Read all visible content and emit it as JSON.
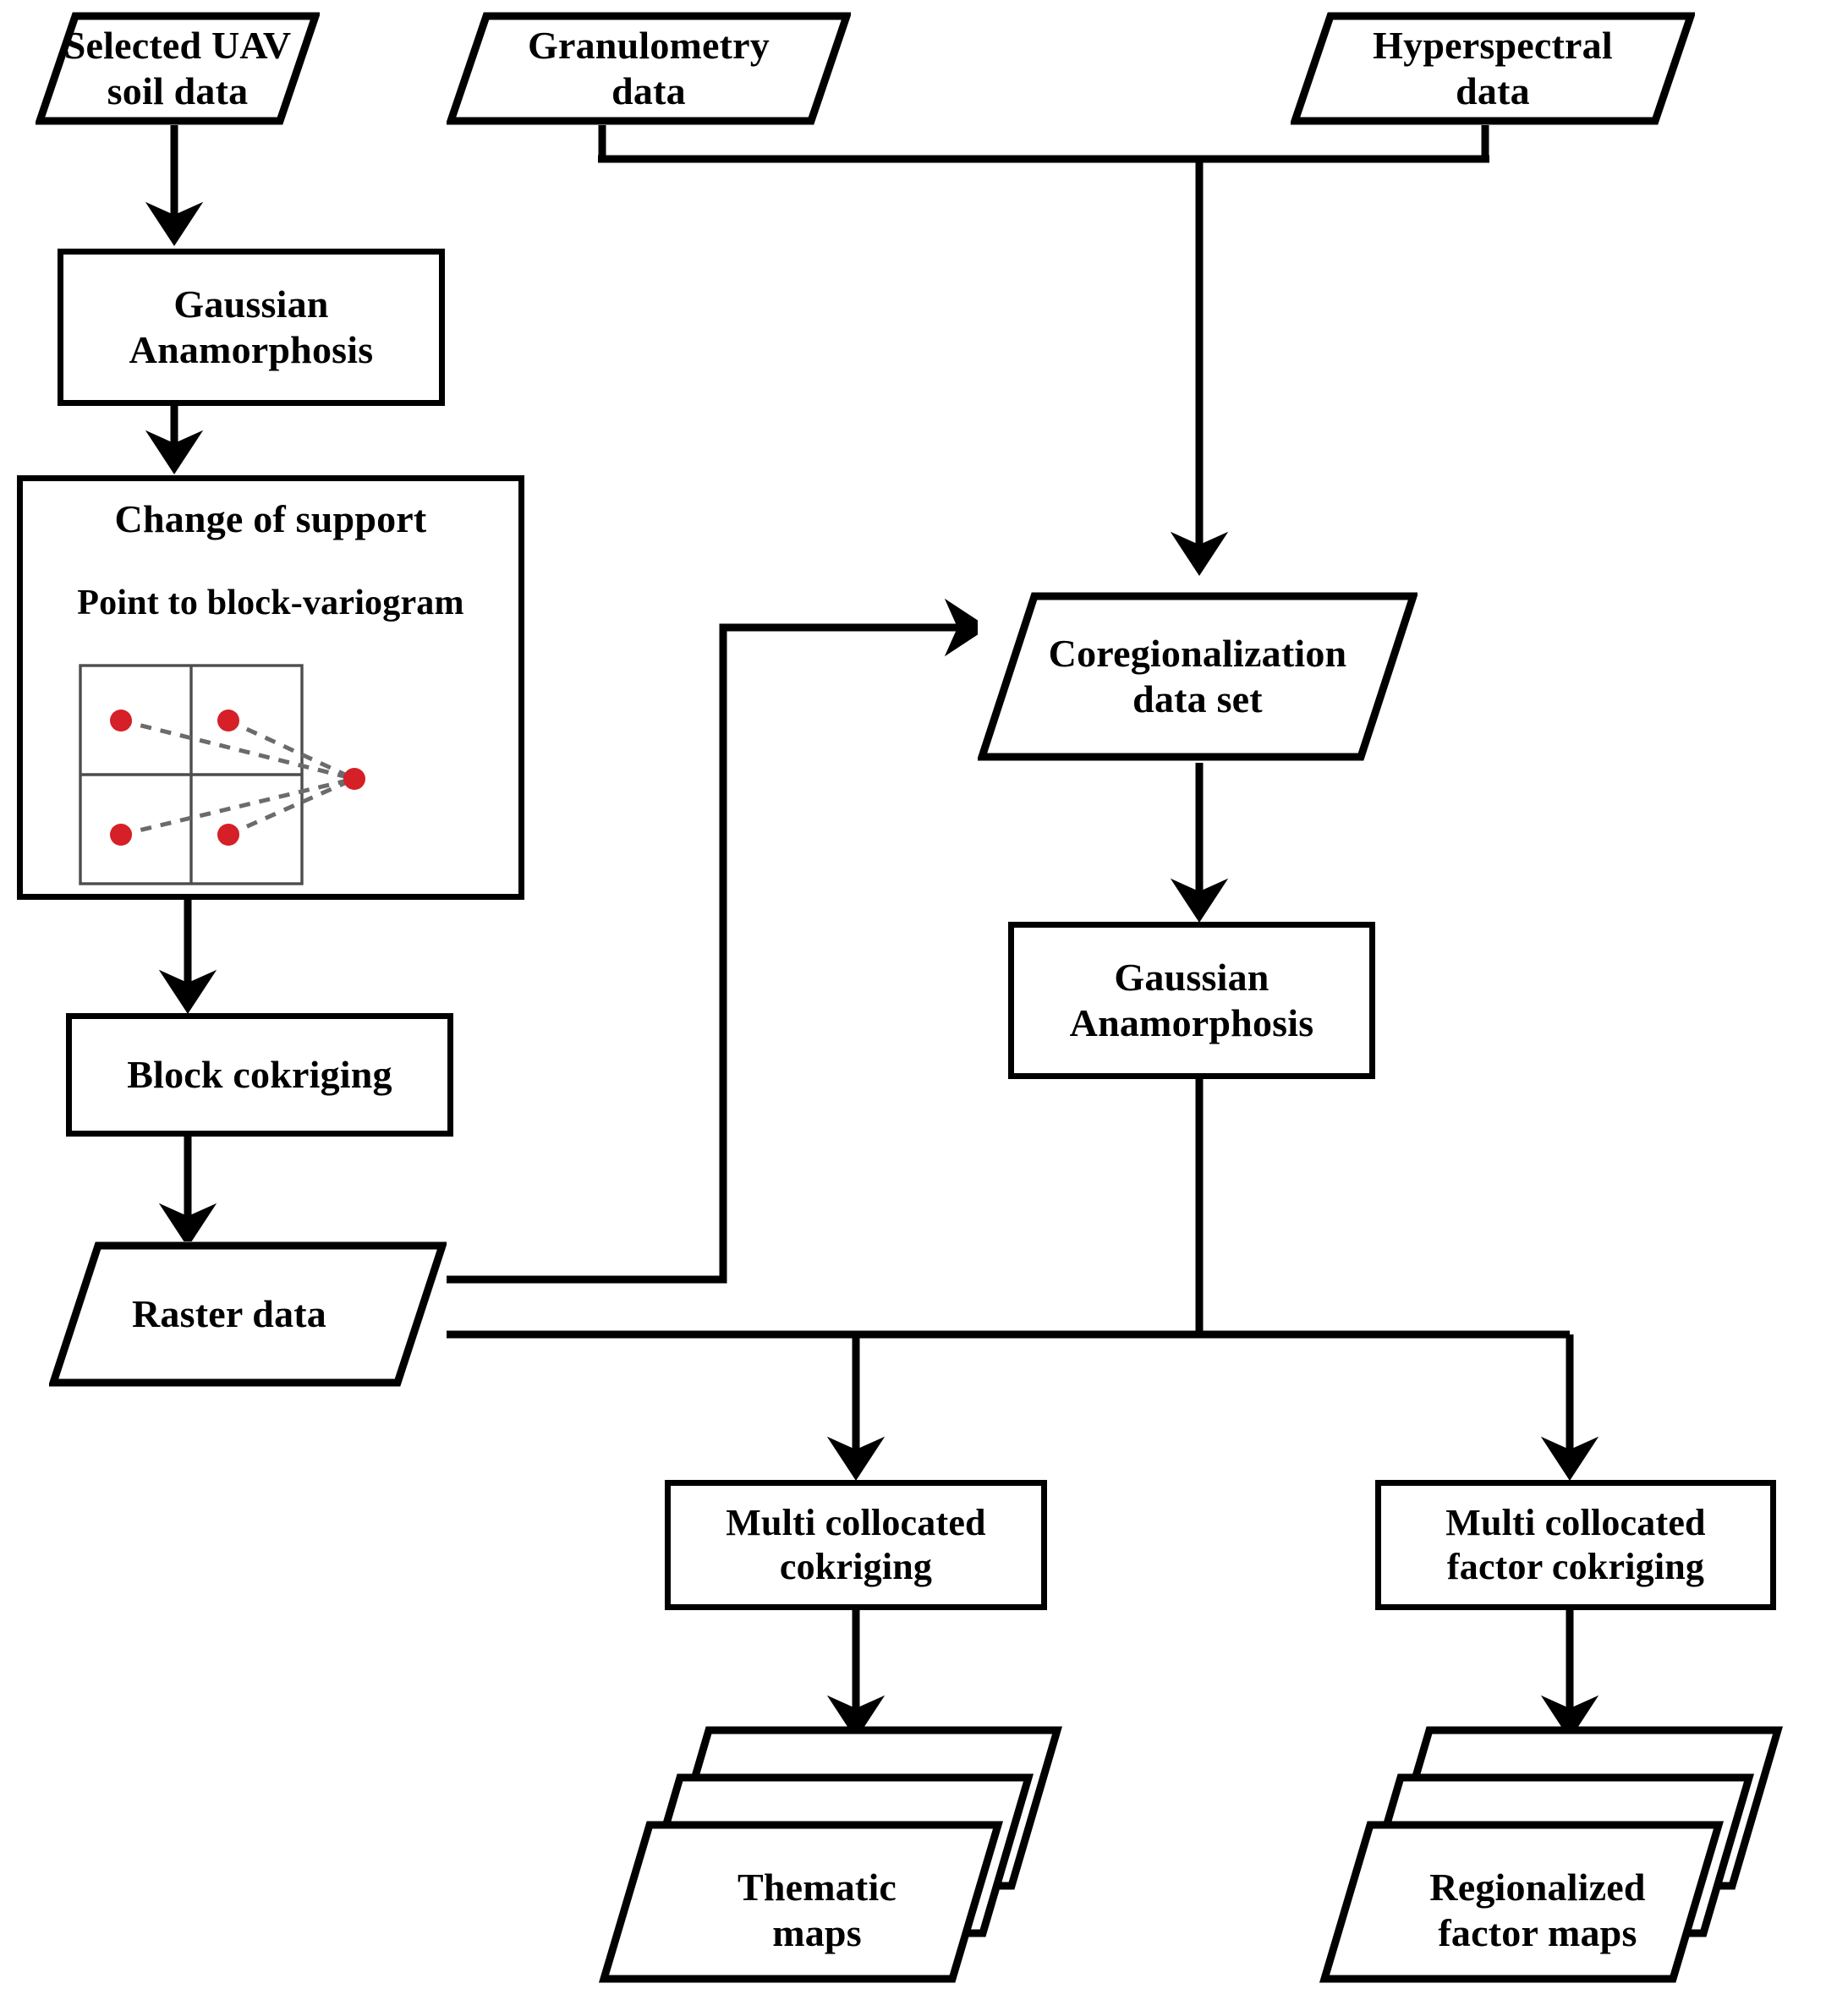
{
  "diagram": {
    "title": "Geostatistical workflow for UAV soil data integration",
    "colors": {
      "stroke": "#000000",
      "background": "#ffffff",
      "point": "#d42026",
      "grid": "#4d4d4d",
      "dashed_link": "#6b6b6b"
    }
  },
  "nodes": {
    "selected_uav_soil_data": {
      "label": "Selected UAV\nsoil data",
      "shape": "parallelogram"
    },
    "granulometry_data": {
      "label": "Granulometry\ndata",
      "shape": "parallelogram"
    },
    "hyperspectral_data": {
      "label": "Hyperspectral\ndata",
      "shape": "parallelogram"
    },
    "gaussian_anamorphosis_left": {
      "label": "Gaussian\nAnamorphosis",
      "shape": "rectangle"
    },
    "change_of_support": {
      "title": "Change of support",
      "subtitle": "Point to block-variogram",
      "shape": "rectangle"
    },
    "coregionalization_data_set": {
      "label": "Coregionalization\ndata set",
      "shape": "parallelogram"
    },
    "gaussian_anamorphosis_right": {
      "label": "Gaussian\nAnamorphosis",
      "shape": "rectangle"
    },
    "block_cokriging": {
      "label": "Block cokriging",
      "shape": "rectangle"
    },
    "raster_data": {
      "label": "Raster data",
      "shape": "parallelogram"
    },
    "multi_collocated_cokriging": {
      "label": "Multi collocated\ncokriging",
      "shape": "rectangle"
    },
    "multi_collocated_factor_cokriging": {
      "label": "Multi collocated\nfactor cokriging",
      "shape": "rectangle"
    },
    "thematic_maps": {
      "label": "Thematic\nmaps",
      "shape": "stacked-parallelogram"
    },
    "regionalized_factor_maps": {
      "label": "Regionalized\nfactor maps",
      "shape": "stacked-parallelogram"
    }
  },
  "variogram_figure": {
    "description": "2 by 2 block grid with four point samples joined by dashed lines to a single external point",
    "block_points": 4,
    "external_points": 1,
    "grid_rows": 2,
    "grid_cols": 2
  },
  "edges": [
    {
      "from": "selected_uav_soil_data",
      "to": "gaussian_anamorphosis_left",
      "arrow": true
    },
    {
      "from": "gaussian_anamorphosis_left",
      "to": "change_of_support",
      "arrow": true
    },
    {
      "from": "change_of_support",
      "to": "block_cokriging",
      "arrow": true
    },
    {
      "from": "block_cokriging",
      "to": "raster_data",
      "arrow": true
    },
    {
      "from": "granulometry_data",
      "to": "coregionalization_data_set",
      "arrow": true
    },
    {
      "from": "hyperspectral_data",
      "to": "coregionalization_data_set",
      "arrow": true
    },
    {
      "from": "raster_data",
      "to": "coregionalization_data_set",
      "arrow": true
    },
    {
      "from": "coregionalization_data_set",
      "to": "gaussian_anamorphosis_right",
      "arrow": true
    },
    {
      "from": "gaussian_anamorphosis_right",
      "to": "multi_collocated_cokriging",
      "arrow": true
    },
    {
      "from": "gaussian_anamorphosis_right",
      "to": "multi_collocated_factor_cokriging",
      "arrow": true
    },
    {
      "from": "raster_data",
      "to": "multi_collocated_cokriging",
      "arrow": true
    },
    {
      "from": "raster_data",
      "to": "multi_collocated_factor_cokriging",
      "arrow": true
    },
    {
      "from": "multi_collocated_cokriging",
      "to": "thematic_maps",
      "arrow": true
    },
    {
      "from": "multi_collocated_factor_cokriging",
      "to": "regionalized_factor_maps",
      "arrow": true
    }
  ]
}
